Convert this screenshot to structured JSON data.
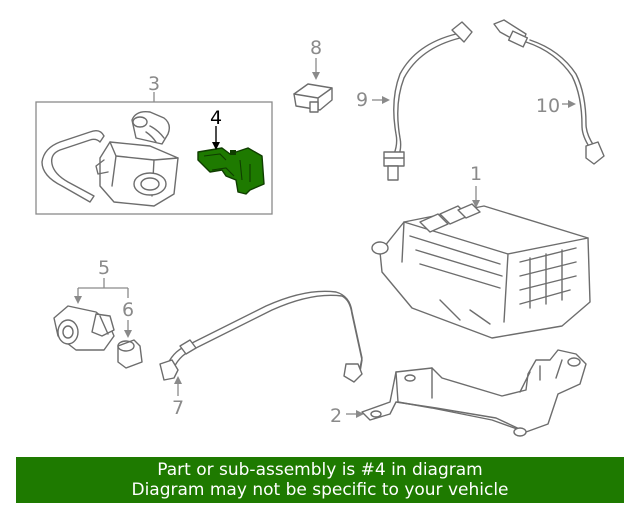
{
  "callouts": [
    "1",
    "2",
    "3",
    "4",
    "5",
    "6",
    "7",
    "8",
    "9",
    "10"
  ],
  "highlight": {
    "callout": "4",
    "color": "#1e7a00"
  },
  "banner": {
    "line1": "Part or sub-assembly is #4 in diagram",
    "line2": "Diagram may not be specific to your vehicle",
    "background": "#1e7a00"
  }
}
